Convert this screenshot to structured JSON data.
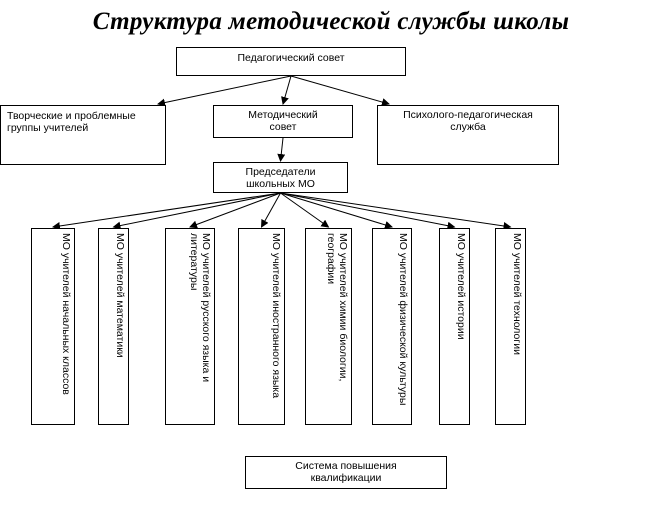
{
  "title": "Структура методической службы школы",
  "nodes": {
    "ped_sovet": "Педагогический совет",
    "tvorch": "Творческие и проблемные группы учителей",
    "metod": "Методический совет",
    "psych": "Психолого-педагогическая служба",
    "predsed": "Председатели школьных МО",
    "mo_nach": "МО учителей начальных классов",
    "mo_math": "МО учителей математики",
    "mo_rus": "МО учителей русского языка и литературы",
    "mo_inostr": "МО учителей иностранного языка",
    "mo_chem": "МО учителей химии биологии, географии",
    "mo_phys": "МО учителей физической культуры",
    "mo_hist": "МО учителей истории",
    "mo_tech": "МО учителей технологии",
    "sistema": "Система повышения квалификации"
  },
  "edges": [
    {
      "from": "ped_sovet",
      "to": "tvorch"
    },
    {
      "from": "ped_sovet",
      "to": "metod"
    },
    {
      "from": "ped_sovet",
      "to": "psych"
    },
    {
      "from": "metod",
      "to": "predsed"
    },
    {
      "from": "predsed",
      "to": "mo_nach"
    },
    {
      "from": "predsed",
      "to": "mo_math"
    },
    {
      "from": "predsed",
      "to": "mo_rus"
    },
    {
      "from": "predsed",
      "to": "mo_inostr"
    },
    {
      "from": "predsed",
      "to": "mo_chem"
    },
    {
      "from": "predsed",
      "to": "mo_phys"
    },
    {
      "from": "predsed",
      "to": "mo_hist"
    },
    {
      "from": "predsed",
      "to": "mo_tech"
    }
  ],
  "colors": {
    "line": "#000000",
    "background": "#ffffff"
  }
}
